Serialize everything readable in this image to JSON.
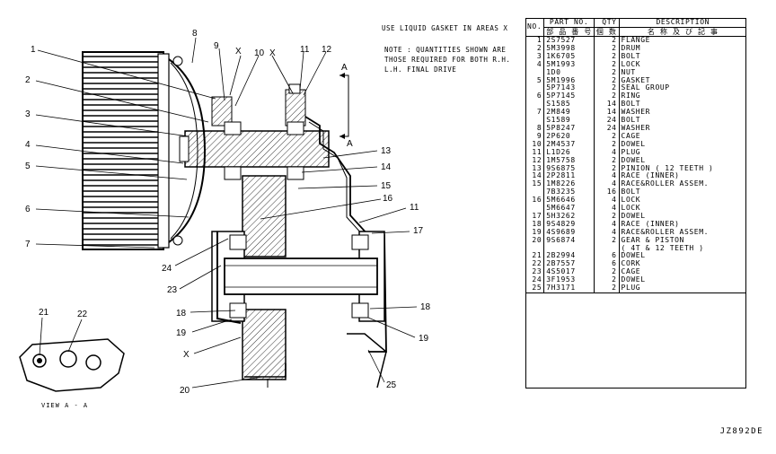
{
  "notes": {
    "gasket": "USE LIQUID GASKET IN AREAS X",
    "quantities_line1": "NOTE : QUANTITIES SHOWN ARE",
    "quantities_line2": "THOSE REQUIRED FOR BOTH R.H.",
    "quantities_line3": "L.H. FINAL DRIVE"
  },
  "view_label": "VIEW A - A",
  "drawing_code": "JZ892DE",
  "section_marks": {
    "a_top": "A",
    "a_bottom": "A",
    "x1": "X",
    "x2": "X",
    "x3": "X"
  },
  "callouts": [
    "1",
    "2",
    "3",
    "4",
    "5",
    "6",
    "7",
    "8",
    "9",
    "10",
    "11",
    "12",
    "13",
    "14",
    "15",
    "16",
    "11",
    "17",
    "24",
    "23",
    "18",
    "19",
    "20",
    "18",
    "19",
    "25",
    "21",
    "22"
  ],
  "table": {
    "headers": {
      "no": "NO.",
      "part_no": "PART NO.",
      "part_no_sub": "部 品 番 号",
      "qty": "QTY",
      "qty_sub": "個 数",
      "description": "DESCRIPTION",
      "description_sub": "名 称 及 び 記 事"
    },
    "rows": [
      {
        "no": "1",
        "pn": "2S7527",
        "qty": "2",
        "desc": "FLANGE"
      },
      {
        "no": "2",
        "pn": "5M3998",
        "qty": "2",
        "desc": "DRUM"
      },
      {
        "no": "3",
        "pn": "1K6705",
        "qty": "2",
        "desc": "BOLT"
      },
      {
        "no": "4",
        "pn": "5M1993",
        "qty": "2",
        "desc": "LOCK"
      },
      {
        "no": "",
        "pn": "1D0",
        "qty": "2",
        "desc": "NUT"
      },
      {
        "no": "5",
        "pn": "5M1996",
        "qty": "2",
        "desc": "GASKET"
      },
      {
        "no": "",
        "pn": "5P7143",
        "qty": "2",
        "desc": "SEAL GROUP"
      },
      {
        "no": "6",
        "pn": "5P7145",
        "qty": "2",
        "desc": "  RING"
      },
      {
        "no": "",
        "pn": "S1585",
        "qty": "14",
        "desc": "BOLT"
      },
      {
        "no": "7",
        "pn": "2M849",
        "qty": "14",
        "desc": "WASHER"
      },
      {
        "no": "",
        "pn": "S1589",
        "qty": "24",
        "desc": "BOLT"
      },
      {
        "no": "8",
        "pn": "5P8247",
        "qty": "24",
        "desc": "WASHER"
      },
      {
        "no": "9",
        "pn": "2P620",
        "qty": "2",
        "desc": "CAGE"
      },
      {
        "no": "10",
        "pn": "2M4537",
        "qty": "2",
        "desc": "DOWEL"
      },
      {
        "no": "11",
        "pn": "L1D26",
        "qty": "4",
        "desc": "PLUG"
      },
      {
        "no": "12",
        "pn": "1M5758",
        "qty": "2",
        "desc": "DOWEL"
      },
      {
        "no": "13",
        "pn": "9S6875",
        "qty": "2",
        "desc": "PINION ( 12 TEETH )"
      },
      {
        "no": "14",
        "pn": "2P2811",
        "qty": "4",
        "desc": "RACE (INNER)"
      },
      {
        "no": "15",
        "pn": "1M8226",
        "qty": "4",
        "desc": "RACE&ROLLER ASSEM."
      },
      {
        "no": "",
        "pn": "7B3235",
        "qty": "16",
        "desc": "BOLT"
      },
      {
        "no": "16",
        "pn": "5M6646",
        "qty": "4",
        "desc": "LOCK"
      },
      {
        "no": "",
        "pn": "5M6647",
        "qty": "4",
        "desc": "LOCK"
      },
      {
        "no": "17",
        "pn": "5H3262",
        "qty": "2",
        "desc": "DOWEL"
      },
      {
        "no": "18",
        "pn": "9S4829",
        "qty": "4",
        "desc": "RACE (INNER)"
      },
      {
        "no": "19",
        "pn": "4S9689",
        "qty": "4",
        "desc": "RACE&ROLLER ASSEM."
      },
      {
        "no": "20",
        "pn": "9S6874",
        "qty": "2",
        "desc": "GEAR & PISTON"
      },
      {
        "no": "",
        "pn": "",
        "qty": "",
        "desc": "  ( 4T & 12 TEETH )"
      },
      {
        "no": "21",
        "pn": "2B2994",
        "qty": "6",
        "desc": "DOWEL"
      },
      {
        "no": "22",
        "pn": "2B7557",
        "qty": "6",
        "desc": "CORK"
      },
      {
        "no": "23",
        "pn": "4S5017",
        "qty": "2",
        "desc": "CAGE"
      },
      {
        "no": "24",
        "pn": "3F1953",
        "qty": "2",
        "desc": "DOWEL"
      },
      {
        "no": "25",
        "pn": "7H3171",
        "qty": "2",
        "desc": "PLUG"
      }
    ]
  }
}
